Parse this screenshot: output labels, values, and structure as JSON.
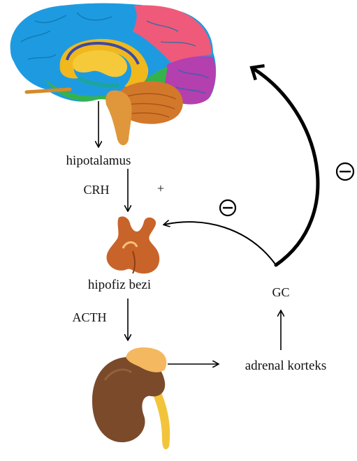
{
  "labels": {
    "hypothalamus": "hipotalamus",
    "crh": "CRH",
    "plus": "+",
    "pituitary": "hipofiz bezi",
    "acth": "ACTH",
    "adrenal_cortex": "adrenal korteks",
    "gc": "GC"
  },
  "feedback": {
    "pituitary_sign": "−",
    "brain_sign": "−"
  },
  "colors": {
    "frontal_lobe": "#1e9be0",
    "parietal_lobe": "#ef5a7a",
    "occipital_lobe": "#b43fae",
    "temporal_lobe": "#35b34a",
    "limbic": "#f0b81c",
    "cerebellum": "#d2782a",
    "brainstem": "#e0963a",
    "pituitary": "#c8642a",
    "kidney": "#7a4a2a",
    "adrenal": "#f4b860",
    "ureter": "#f2c43c"
  }
}
